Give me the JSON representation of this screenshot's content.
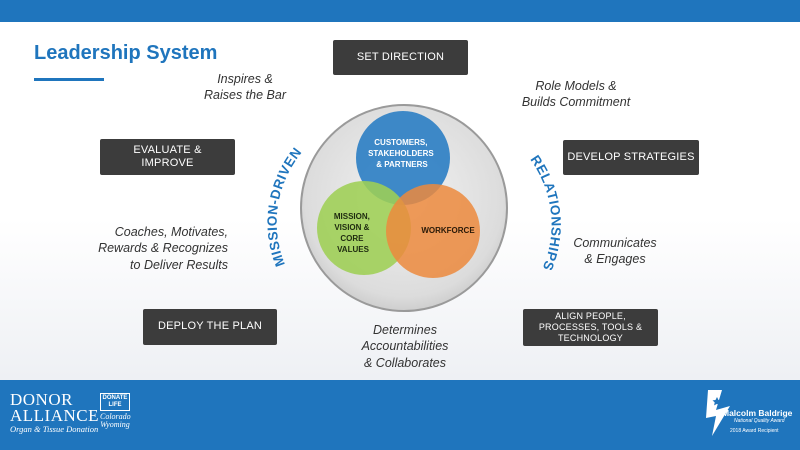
{
  "title": "Leadership System",
  "steps": {
    "set_direction": "SET DIRECTION",
    "develop_strategies": "DEVELOP STRATEGIES",
    "align": "ALIGN PEOPLE,\nPROCESSES, TOOLS &\nTECHNOLOGY",
    "deploy": "DEPLOY THE PLAN",
    "evaluate": "EVALUATE &\nIMPROVE"
  },
  "behaviors": {
    "inspires": "Inspires &\nRaises the Bar",
    "role_models": "Role Models &\nBuilds Commitment",
    "communicates": "Communicates\n& Engages",
    "determines": "Determines\nAccountabilities\n& Collaborates",
    "coaches": "Coaches, Motivates,\nRewards & Recognizes\nto Deliver Results"
  },
  "arcs": {
    "left": "MISSION-DRIVEN",
    "right": "RELATIONSHIPS"
  },
  "venn": {
    "customers": [
      "CUSTOMERS,",
      "STAKEHOLDERS",
      "& PARTNERS"
    ],
    "mission": [
      "MISSION,",
      "VISION &",
      "CORE",
      "VALUES"
    ],
    "workforce": [
      "WORKFORCE"
    ]
  },
  "colors": {
    "brand_blue": "#1f75bd",
    "box_dark": "#3c3c3c",
    "venn_blue": "#2f80c4",
    "venn_green": "#9ecf54",
    "venn_orange": "#ec8a3d"
  },
  "footer": {
    "donor_name": "DONOR\nALLIANCE",
    "donor_sub": "Organ & Tissue Donation",
    "life_box": "DONATE\nLIFE",
    "life_state": "Colorado\nWyoming",
    "baldrige_name": "Malcolm Baldrige",
    "baldrige_sub": "National Quality Award",
    "baldrige_year": "2018 Award Recipient"
  }
}
